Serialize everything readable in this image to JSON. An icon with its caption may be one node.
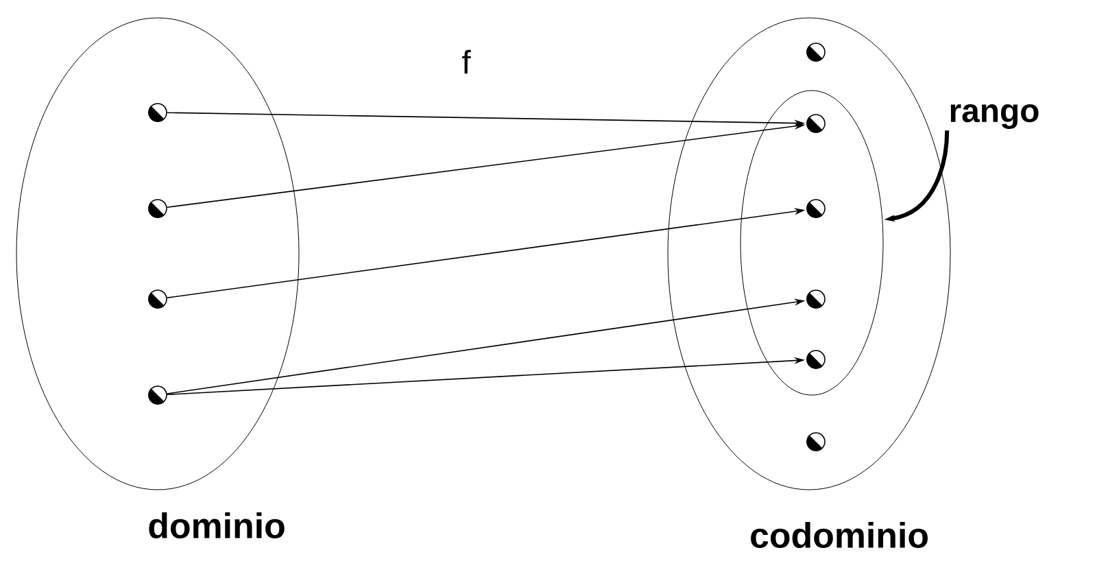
{
  "diagram": {
    "nodes": [
      {
        "text": [
          "dominio"
        ]
      },
      {
        "text": [],
        "shape": "circle",
        "in": 0
      },
      {
        "text": [],
        "shape": "circle",
        "in": 0
      },
      {
        "text": [],
        "shape": "circle",
        "in": 0
      },
      {
        "text": [],
        "shape": "circle",
        "in": 0
      },
      {
        "text": [
          "codominio"
        ]
      },
      {
        "text": [],
        "shape": "circle",
        "in": 5
      },
      {
        "text": [],
        "shape": "ellipse",
        "in": 5
      },
      {
        "text": [],
        "shape": "circle",
        "in": 7
      },
      {
        "text": [],
        "shape": "circle",
        "in": 7
      },
      {
        "text": [],
        "shape": "circle",
        "in": 7
      },
      {
        "text": [],
        "shape": "circle",
        "in": 7
      },
      {
        "text": [],
        "shape": "circle",
        "in": 5
      },
      {
        "text": [
          "rango"
        ]
      }
    ],
    "edges": [
      {
        "from": 1,
        "to": 8,
        "arrow": "to"
      },
      {
        "from": 2,
        "to": 8,
        "arrow": "to"
      },
      {
        "from": 3,
        "to": 9,
        "arrow": "to"
      },
      {
        "from": 4,
        "to": 10,
        "arrow": "to"
      },
      {
        "from": 4,
        "to": 11,
        "arrow": "to"
      },
      {
        "from": 13,
        "to": 7,
        "arrow": "to",
        "style": "thick"
      }
    ],
    "labels": [
      "f"
    ]
  }
}
